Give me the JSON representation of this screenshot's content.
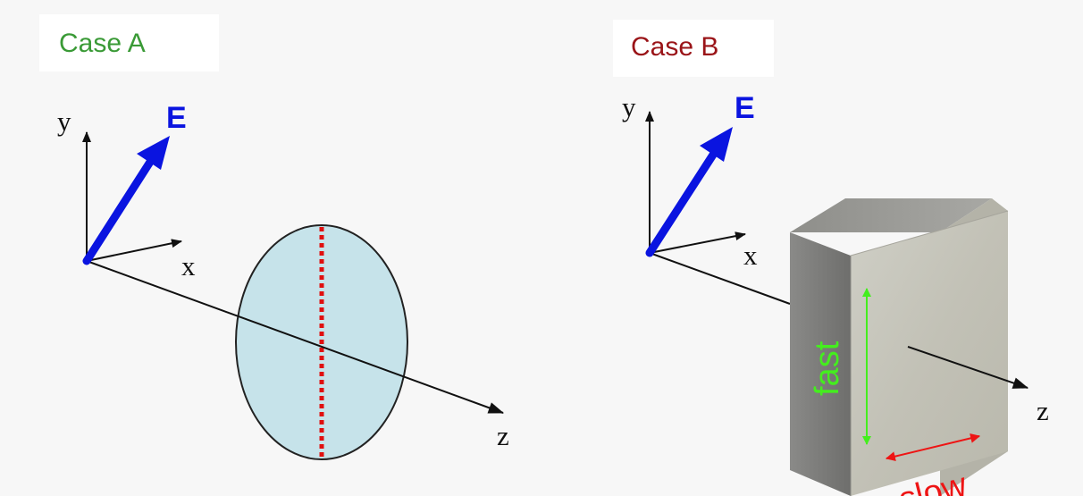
{
  "colors": {
    "background": "#f7f7f7",
    "case_a": "#3a9a36",
    "case_b": "#9a1418",
    "e_vector": "#0a14e0",
    "fast": "#44ee1e",
    "slow": "#ee1414",
    "lens_fill": "#c6e3ea",
    "lens_axis": "#e01010",
    "crystal_front": "#c4c3b8",
    "crystal_side": "#7a7a78",
    "crystal_top": "#9a9a96"
  },
  "case_a": {
    "title": "Case A",
    "axes": {
      "x": "x",
      "y": "y",
      "z": "z"
    },
    "vector_label": "E",
    "element": "lens"
  },
  "case_b": {
    "title": "Case B",
    "axes": {
      "x": "x",
      "y": "y",
      "z": "z"
    },
    "vector_label": "E",
    "element": "birefringent-crystal",
    "fast_label": "fast",
    "slow_label": "slow"
  }
}
